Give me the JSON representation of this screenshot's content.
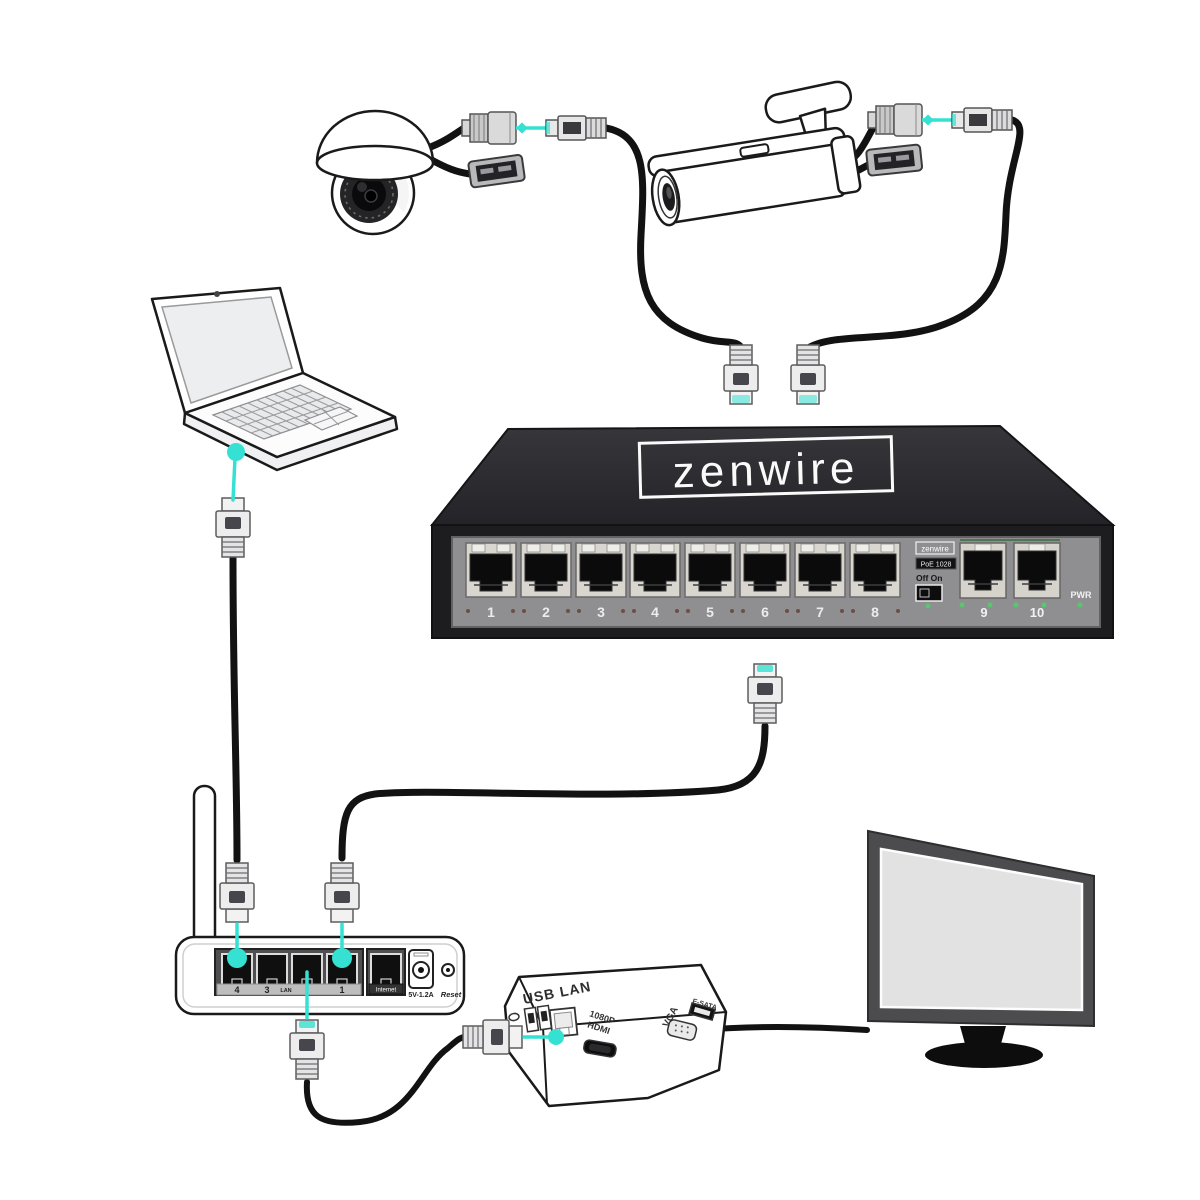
{
  "switch": {
    "logo": "zenwire",
    "brand_label": "zenwire",
    "model_label": "PoE 1028",
    "power_switch_label": "Off On",
    "pwr_label": "PWR",
    "port_numbers": [
      "1",
      "2",
      "3",
      "4",
      "5",
      "6",
      "7",
      "8"
    ],
    "uplink_ports": [
      "9",
      "10"
    ]
  },
  "router": {
    "port_label_4": "4",
    "port_label_3": "3",
    "lan_label": "LAN",
    "port_label_1": "1",
    "internet_label": "Internet",
    "power_label": "5V-1.2A",
    "reset_label": "Reset"
  },
  "converter": {
    "usb_lan_label": "USB LAN",
    "res_label": "1080P",
    "hdmi_label": "HDMI",
    "vga_label": "VGA",
    "esata_label": "E-SATA"
  },
  "colors": {
    "accent": "#35e1d2",
    "cable": "#121212",
    "switch_body": "#232326",
    "panel": "#8f8f91"
  }
}
